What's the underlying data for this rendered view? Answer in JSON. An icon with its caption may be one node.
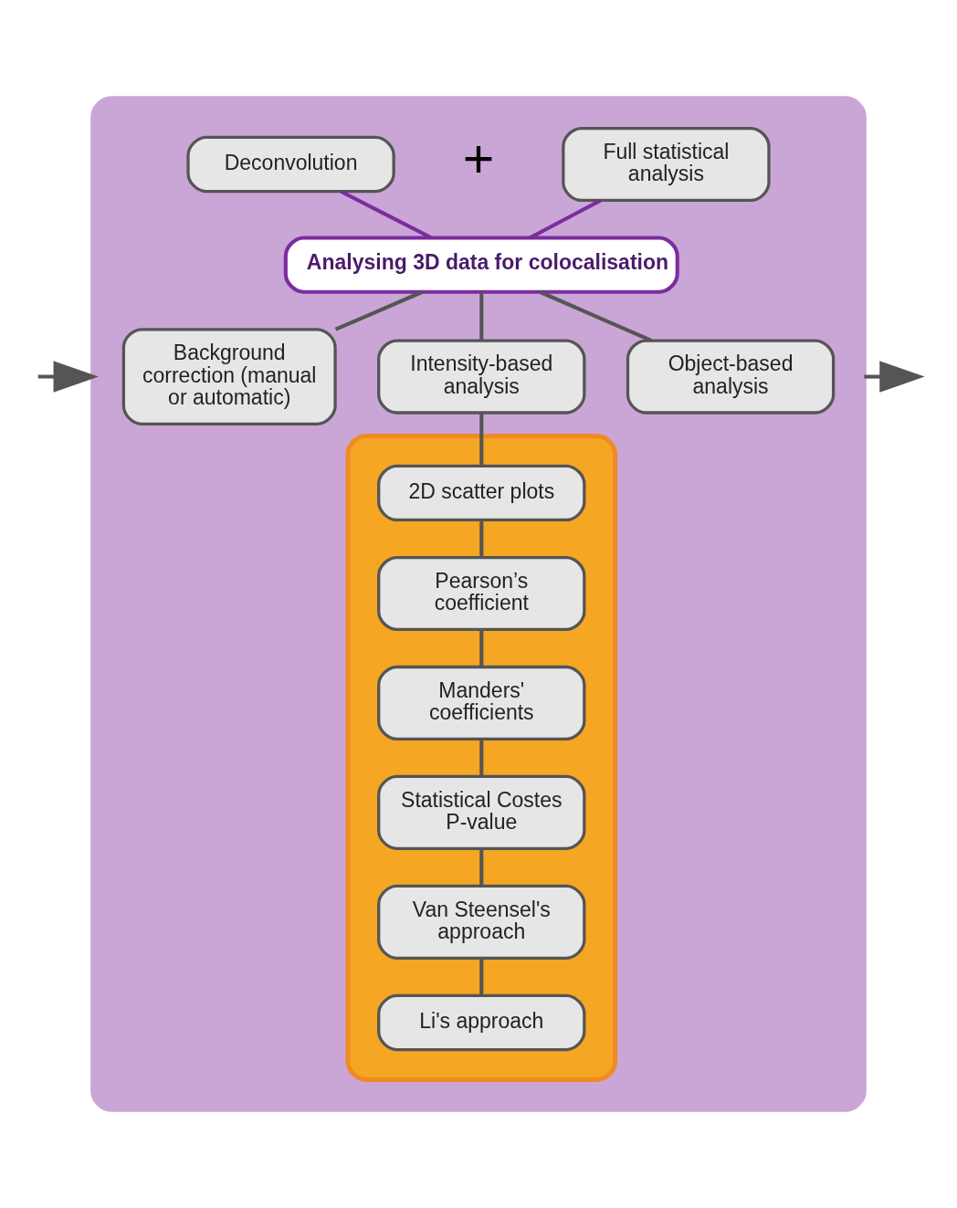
{
  "diagram": {
    "nodes": [
      {
        "text": [],
        "shape": "box"
      },
      {
        "text": [
          "Deconvolution"
        ],
        "in": 0
      },
      {
        "text": [
          "Full statistical analysis"
        ],
        "in": 0
      },
      {
        "text": [
          "Analysing 3D data for colocalisation"
        ],
        "in": 0
      },
      {
        "text": [
          "Background correction (manual or automatic)"
        ],
        "in": 0
      },
      {
        "text": [
          "Intensity-based analysis"
        ],
        "in": 0
      },
      {
        "text": [
          "Object-based analysis"
        ],
        "in": 0
      },
      {
        "text": [],
        "shape": "box",
        "in": 0
      },
      {
        "text": [
          "2D scatter plots"
        ],
        "in": 7
      },
      {
        "text": [
          "Pearson’s coefficient"
        ],
        "in": 7
      },
      {
        "text": [
          "Manders' coefficients"
        ],
        "in": 7
      },
      {
        "text": [
          "Statistical Costes P-value"
        ],
        "in": 7
      },
      {
        "text": [
          "Van Steensel's approach"
        ],
        "in": 7
      },
      {
        "text": [
          "Li's approach"
        ],
        "in": 7
      }
    ],
    "edges": [
      {
        "from": 1,
        "to": 3,
        "arrow": "none",
        "color": "#7b2d9e"
      },
      {
        "from": 2,
        "to": 3,
        "arrow": "none",
        "color": "#7b2d9e"
      },
      {
        "from": 3,
        "to": 4,
        "arrow": "none"
      },
      {
        "from": 3,
        "to": 5,
        "arrow": "none"
      },
      {
        "from": 3,
        "to": 6,
        "arrow": "none"
      },
      {
        "from": 5,
        "to": 8,
        "arrow": "none"
      },
      {
        "from": 8,
        "to": 9,
        "arrow": "none"
      },
      {
        "from": 9,
        "to": 10,
        "arrow": "none"
      },
      {
        "from": 10,
        "to": 11,
        "arrow": "none"
      },
      {
        "from": 11,
        "to": 12,
        "arrow": "none"
      },
      {
        "from": 12,
        "to": 13,
        "arrow": "none"
      },
      {
        "from": null,
        "to": 0,
        "arrow": "to"
      },
      {
        "from": 0,
        "to": null,
        "arrow": "to"
      }
    ],
    "labels": [
      "+"
    ]
  }
}
